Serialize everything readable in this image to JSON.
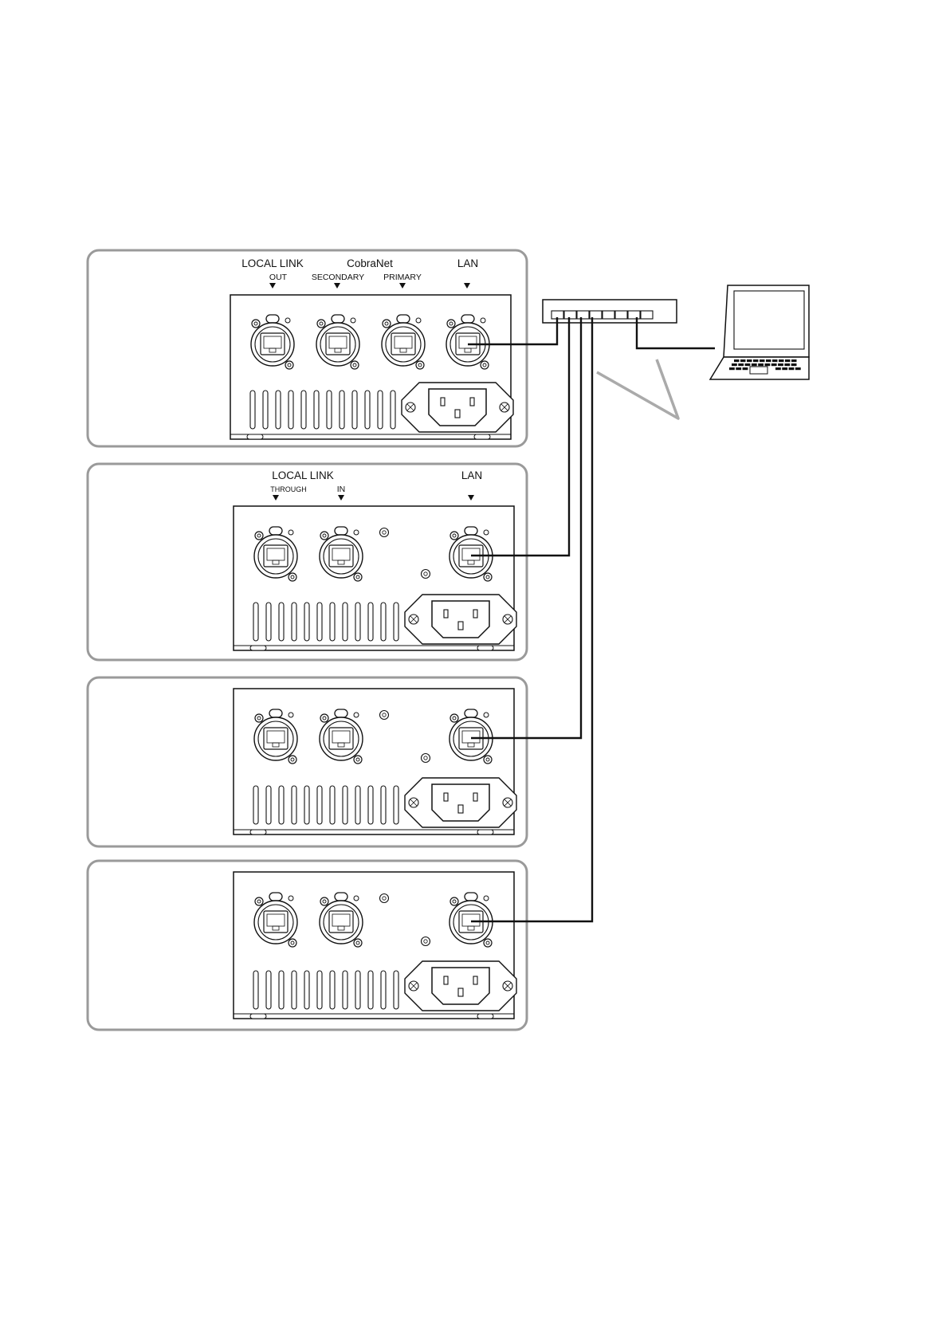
{
  "unit1": {
    "local_link": "LOCAL  LINK",
    "out": "OUT",
    "cobranet": "CobraNet",
    "secondary": "SECONDARY",
    "primary": "PRIMARY",
    "lan": "LAN"
  },
  "unit2": {
    "local_link": "LOCAL  LINK",
    "through": "THROUGH",
    "in": "IN",
    "lan": "LAN"
  },
  "colors": {
    "line": "#111111",
    "panel_border": "#9a9a9a",
    "callout": "#aaaaaa"
  }
}
